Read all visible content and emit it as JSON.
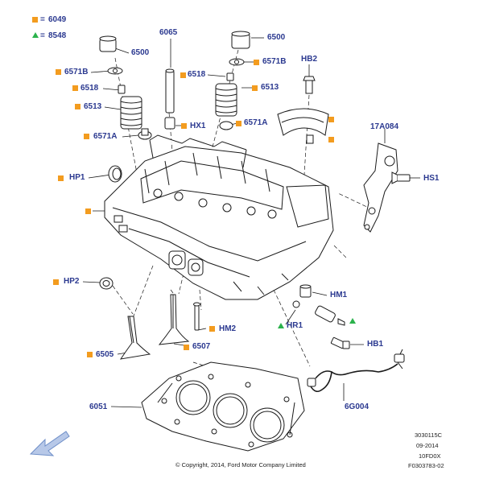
{
  "legend": {
    "square_code": "6049",
    "triangle_code": "8548",
    "square_prefix": "= ",
    "triangle_prefix": "= "
  },
  "colors": {
    "label": "#2b3990",
    "square_marker": "#f39c1f",
    "triangle_marker": "#2bb24c",
    "line": "#1a1a1a",
    "arrow": "#8fa8d8"
  },
  "callouts": [
    {
      "id": "c-6500-left",
      "text": "6500"
    },
    {
      "id": "c-6571b-left",
      "text": "6571B"
    },
    {
      "id": "c-6518-left",
      "text": "6518"
    },
    {
      "id": "c-6513-left",
      "text": "6513"
    },
    {
      "id": "c-6571a-left",
      "text": "6571A"
    },
    {
      "id": "c-6065",
      "text": "6065"
    },
    {
      "id": "c-hx1",
      "text": "HX1"
    },
    {
      "id": "c-6500-right",
      "text": "6500"
    },
    {
      "id": "c-6571b-right",
      "text": "6571B"
    },
    {
      "id": "c-6518-right",
      "text": "6518"
    },
    {
      "id": "c-6513-right",
      "text": "6513"
    },
    {
      "id": "c-6571a-right",
      "text": "6571A"
    },
    {
      "id": "c-hb2",
      "text": "HB2"
    },
    {
      "id": "c-17a084",
      "text": "17A084"
    },
    {
      "id": "c-hs1",
      "text": "HS1"
    },
    {
      "id": "c-hp1",
      "text": "HP1"
    },
    {
      "id": "c-hp2",
      "text": "HP2"
    },
    {
      "id": "c-hm1",
      "text": "HM1"
    },
    {
      "id": "c-hr1",
      "text": "HR1"
    },
    {
      "id": "c-hb1",
      "text": "HB1"
    },
    {
      "id": "c-hm2",
      "text": "HM2"
    },
    {
      "id": "c-6505",
      "text": "6505"
    },
    {
      "id": "c-6507",
      "text": "6507"
    },
    {
      "id": "c-6051",
      "text": "6051"
    },
    {
      "id": "c-6g004",
      "text": "6G004"
    }
  ],
  "footer": {
    "copyright": "© Copyright, 2014, Ford Motor Company Limited",
    "code_line1": "3030115C",
    "code_line2": "09-2014",
    "code_line3": "10FD0X",
    "code_line4": "F0303783-02"
  }
}
